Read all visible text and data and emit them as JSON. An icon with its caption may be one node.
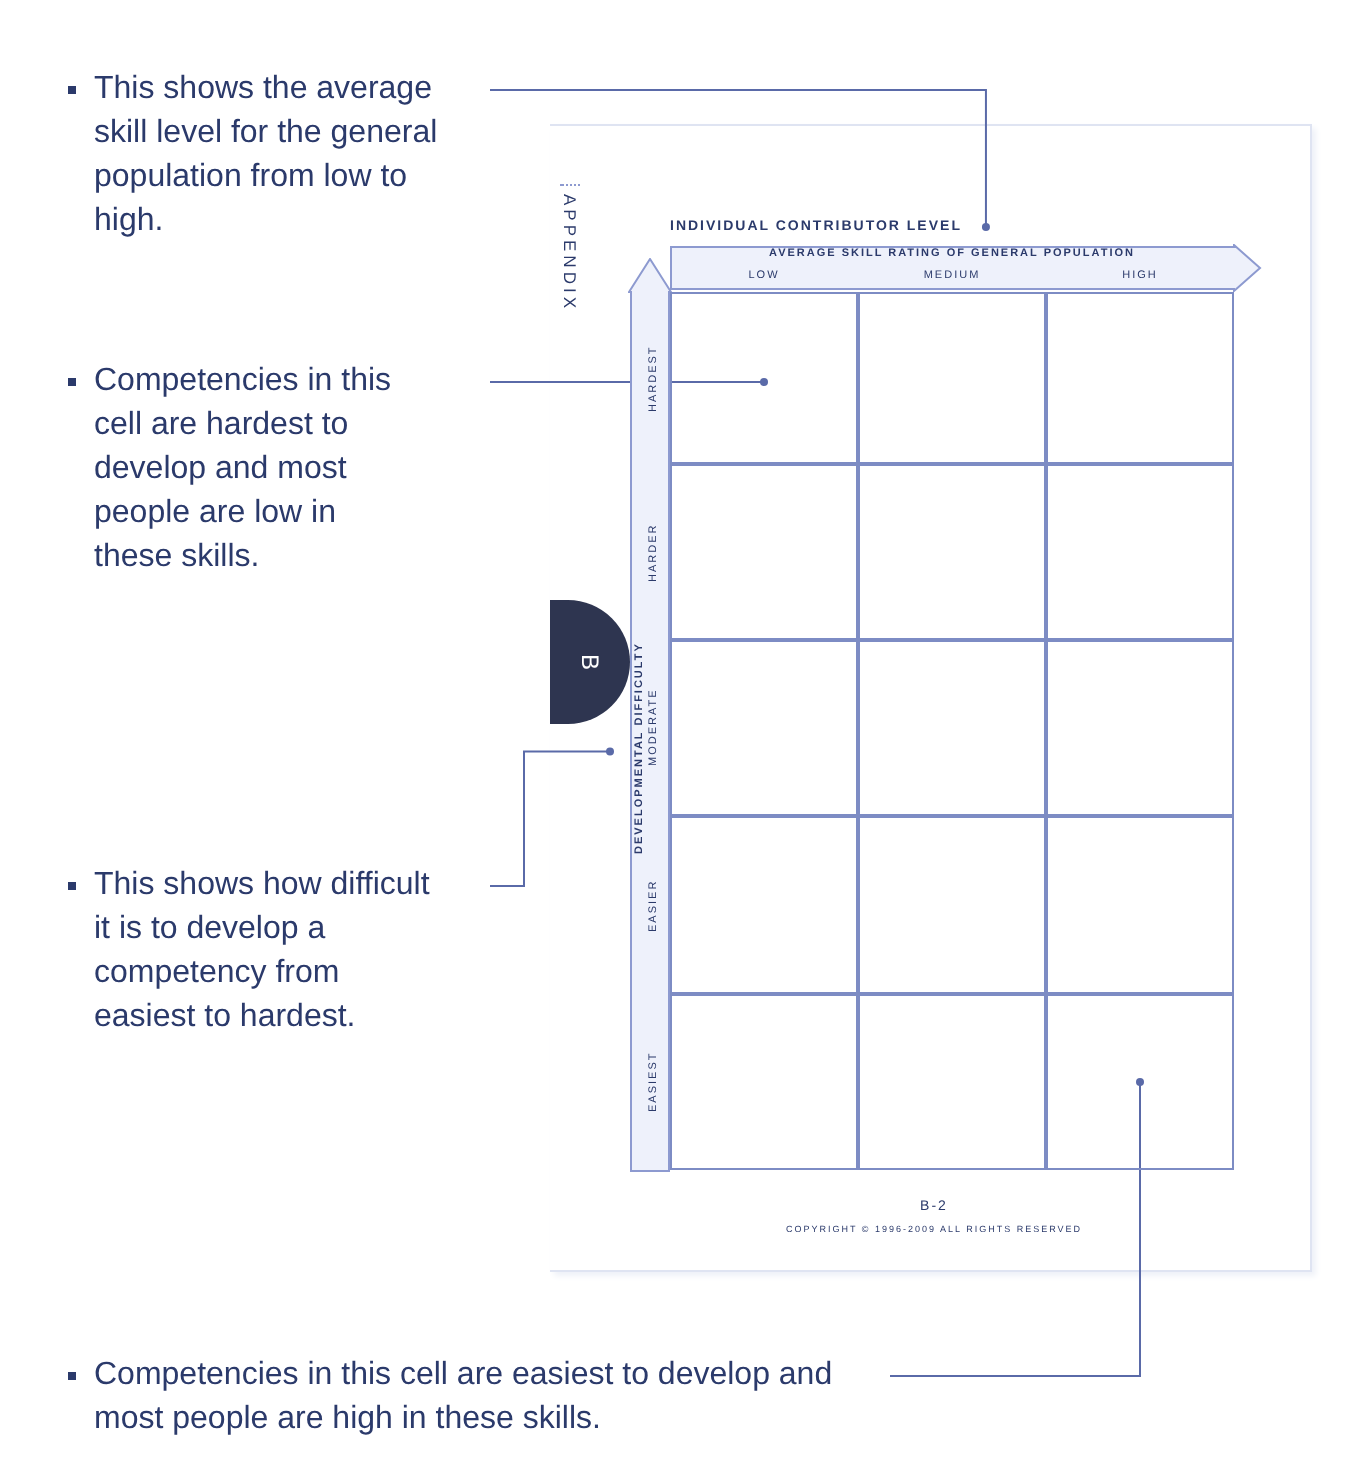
{
  "diagram": {
    "nodes": [
      {
        "text": [
          "This shows the average skill level for the general population from low to high."
        ]
      },
      {
        "text": [
          "Competencies in this cell are hardest to develop and most people are low in these skills."
        ]
      },
      {
        "text": [
          "This shows how difficult it is to develop a competency from easiest to hardest."
        ]
      },
      {
        "text": [
          "Competencies in this cell are easiest to develop and most people are high in these skills."
        ]
      },
      {
        "text": [
          "B"
        ]
      },
      {
        "text": [
          "INDIVIDUAL CONTRIBUTOR LEVEL"
        ]
      },
      {
        "text": [
          "AVERAGE SKILL RATING OF GENERAL POPULATION",
          "LOW",
          "MEDIUM",
          "HIGH"
        ]
      },
      {
        "text": [
          "DEVELOPMENTAL DIFFICULTY",
          "HARDEST",
          "HARDER",
          "MODERATE",
          "EASIER",
          "EASIEST"
        ]
      },
      {
        "text": [],
        "shape": "box"
      },
      {
        "text": [],
        "shape": "box"
      },
      {
        "text": [],
        "shape": "box"
      },
      {
        "text": [],
        "shape": "box"
      },
      {
        "text": [],
        "shape": "box"
      },
      {
        "text": [],
        "shape": "box"
      },
      {
        "text": [],
        "shape": "box"
      },
      {
        "text": [],
        "shape": "box"
      },
      {
        "text": [],
        "shape": "box"
      },
      {
        "text": [],
        "shape": "box"
      },
      {
        "text": [],
        "shape": "box"
      },
      {
        "text": [],
        "shape": "box"
      },
      {
        "text": [],
        "shape": "box"
      },
      {
        "text": [],
        "shape": "box"
      },
      {
        "text": [],
        "shape": "box"
      }
    ],
    "edges": [
      {
        "from": 0,
        "to": 5,
        "arrow": "other"
      },
      {
        "from": 1,
        "to": 8,
        "arrow": "other"
      },
      {
        "from": 2,
        "to": 7,
        "arrow": "other"
      },
      {
        "from": 3,
        "to": 22,
        "arrow": "other"
      }
    ],
    "labels": [
      "APPENDIX",
      "B-2",
      "COPYRIGHT © 1996-2009 ALL RIGHTS RESERVED"
    ]
  }
}
